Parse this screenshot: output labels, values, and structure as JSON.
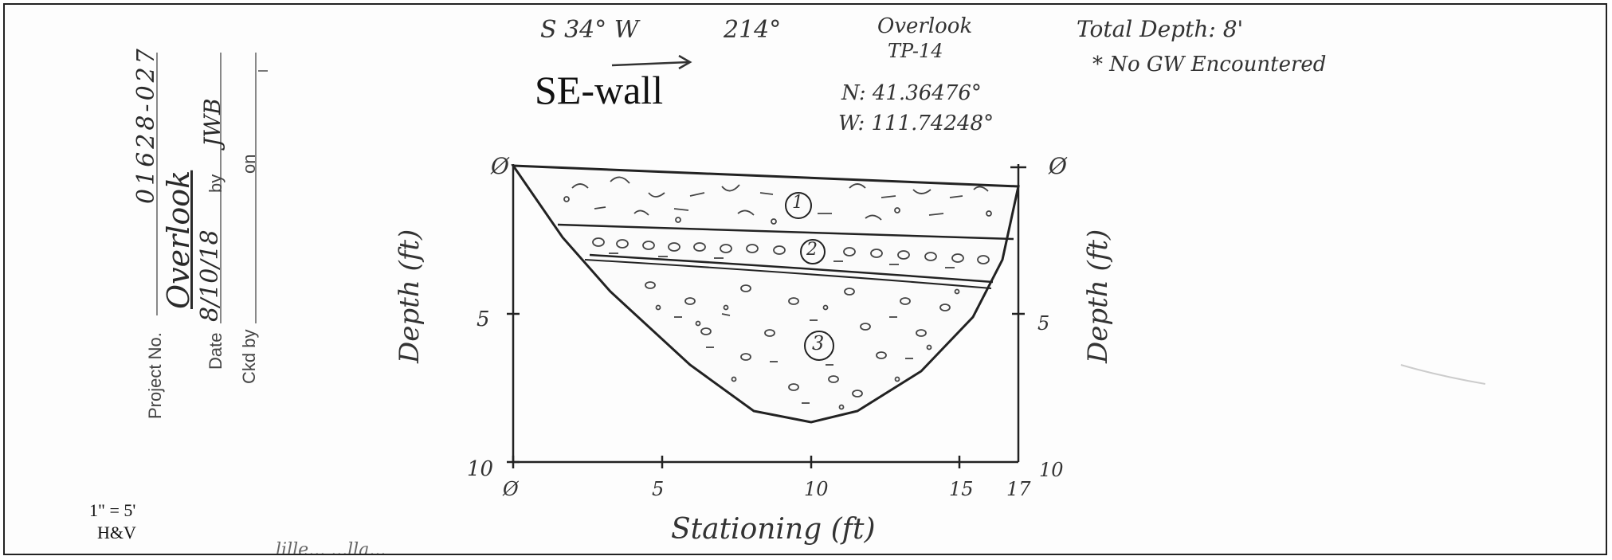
{
  "title_block": {
    "project_no_label": "Project No.",
    "project_no_value": "01628-027",
    "project_name": "Overlook",
    "date_label": "Date",
    "date_value": "8/10/18",
    "by_label": "by",
    "by_value": "JWB",
    "ckd_by_label": "Ckd by",
    "on_label": "on"
  },
  "header": {
    "bearing": "S 34° W",
    "azimuth": "214°",
    "wall_label": "SE-wall",
    "site_name": "Overlook",
    "test_pit": "TP-14",
    "north": "N: 41.36476°",
    "west": "W: 111.74248°",
    "total_depth": "Total Depth: 8'",
    "groundwater_note": "* No GW Encountered"
  },
  "axes": {
    "left_title": "Depth (ft)",
    "right_title": "Depth (ft)",
    "bottom_title": "Stationing (ft)",
    "depth_ticks_left": [
      "Ø",
      "5",
      "10"
    ],
    "depth_ticks_right": [
      "Ø",
      "5",
      "10"
    ],
    "station_ticks": [
      "Ø",
      "5",
      "10",
      "15",
      "17"
    ]
  },
  "layers": [
    {
      "id": "1",
      "label": "1"
    },
    {
      "id": "2",
      "label": "2"
    },
    {
      "id": "3",
      "label": "3"
    }
  ],
  "scale": {
    "line1": "1\" = 5'",
    "line2": "H&V"
  },
  "footer_scribble": "lille... ...lla..."
}
